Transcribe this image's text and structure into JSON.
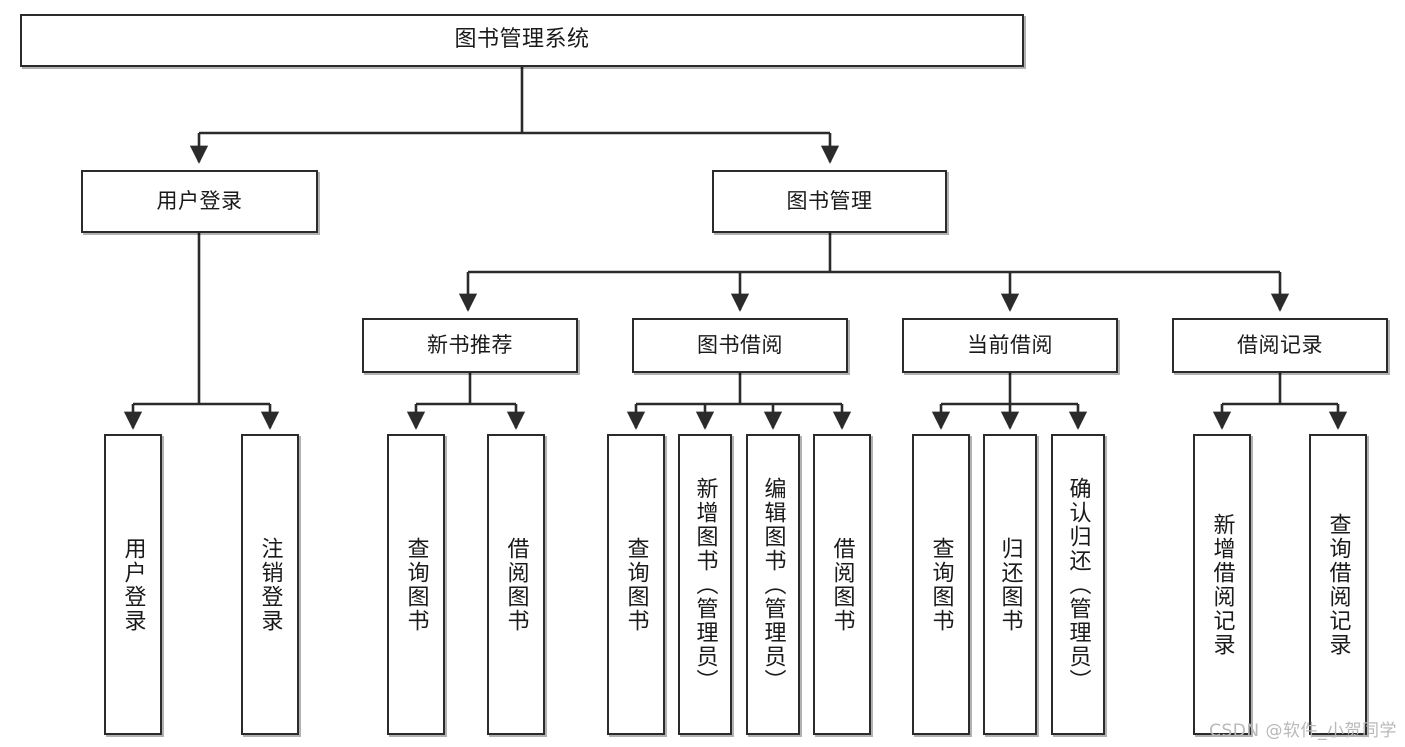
{
  "diagram": {
    "title": "图书管理系统",
    "type": "tree-hierarchy",
    "watermark": "CSDN @软件_小贺同学",
    "colors": {
      "stroke": "#2b2b2b",
      "fill": "#ffffff",
      "text": "#1a1a1a",
      "watermark": "#b9b9b9"
    }
  },
  "nodes": {
    "root": {
      "label": "图书管理系统"
    },
    "level2": [
      {
        "id": "user-login",
        "label": "用户登录"
      },
      {
        "id": "book-manage",
        "label": "图书管理"
      }
    ],
    "level3": [
      {
        "id": "new-book-recommend",
        "label": "新书推荐"
      },
      {
        "id": "book-borrow",
        "label": "图书借阅"
      },
      {
        "id": "current-borrow",
        "label": "当前借阅"
      },
      {
        "id": "borrow-record",
        "label": "借阅记录"
      }
    ],
    "leaves": {
      "user-login": [
        {
          "id": "leaf-user-login",
          "label": "用户登录"
        },
        {
          "id": "leaf-logout",
          "label": "注销登录"
        }
      ],
      "new-book-recommend": [
        {
          "id": "leaf-query-book-1",
          "label": "查询图书"
        },
        {
          "id": "leaf-borrow-book-1",
          "label": "借阅图书"
        }
      ],
      "book-borrow": [
        {
          "id": "leaf-query-book-2",
          "label": "查询图书"
        },
        {
          "id": "leaf-add-book",
          "label": "新增图书（管理员）"
        },
        {
          "id": "leaf-edit-book",
          "label": "编辑图书（管理员）"
        },
        {
          "id": "leaf-borrow-book-2",
          "label": "借阅图书"
        }
      ],
      "current-borrow": [
        {
          "id": "leaf-query-book-3",
          "label": "查询图书"
        },
        {
          "id": "leaf-return-book",
          "label": "归还图书"
        },
        {
          "id": "leaf-confirm-return",
          "label": "确认归还（管理员）"
        }
      ],
      "borrow-record": [
        {
          "id": "leaf-add-record",
          "label": "新增借阅记录"
        },
        {
          "id": "leaf-query-record",
          "label": "查询借阅记录"
        }
      ]
    }
  }
}
